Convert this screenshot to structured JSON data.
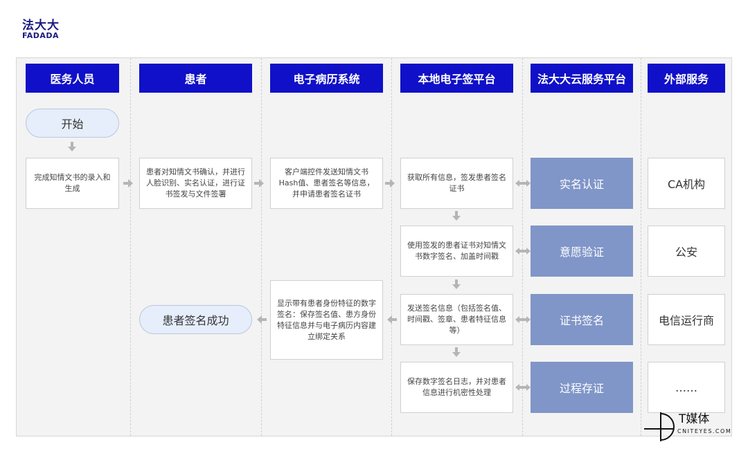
{
  "logo": {
    "cn": "法大大",
    "en": "FADADA"
  },
  "lanes": [
    "医务人员",
    "患者",
    "电子病历系统",
    "本地电子签平台",
    "法大大云服务平台",
    "外部服务"
  ],
  "start": "开始",
  "nodes": {
    "doctor_task": "完成知情文书的录入和生成",
    "patient_task": "患者对知情文书确认，并进行人脸识别、实名认证，进行证书签发与文件签署",
    "emr_send": "客户端控件发送知情文书Hash值、患者签名等信息，并申请患者签名证书",
    "emr_display": "显示带有患者身份特征的数字签名：保存签名值、患方身份特征信息并与电子病历内容建立绑定关系",
    "local_1": "获取所有信息，签发患者签名证书",
    "local_2": "使用签发的患者证书对知情文书数字签名、加盖时间戳",
    "local_3": "发送签名信息（包括签名值、时间戳、签章、患者特征信息等）",
    "local_4": "保存数字签名日志，并对患者信息进行机密性处理"
  },
  "cloud": [
    "实名认证",
    "意愿验证",
    "证书签名",
    "过程存证"
  ],
  "external": [
    "CA机构",
    "公安",
    "电信运行商",
    "……"
  ],
  "end": "患者签名成功",
  "watermark": {
    "title": "T媒体",
    "sub": "CNITEYES.COM"
  },
  "colors": {
    "header": "#1010c8",
    "cloud": "#8096c8",
    "pill": "#e6eefb",
    "arrow": "#b5b5b5"
  }
}
